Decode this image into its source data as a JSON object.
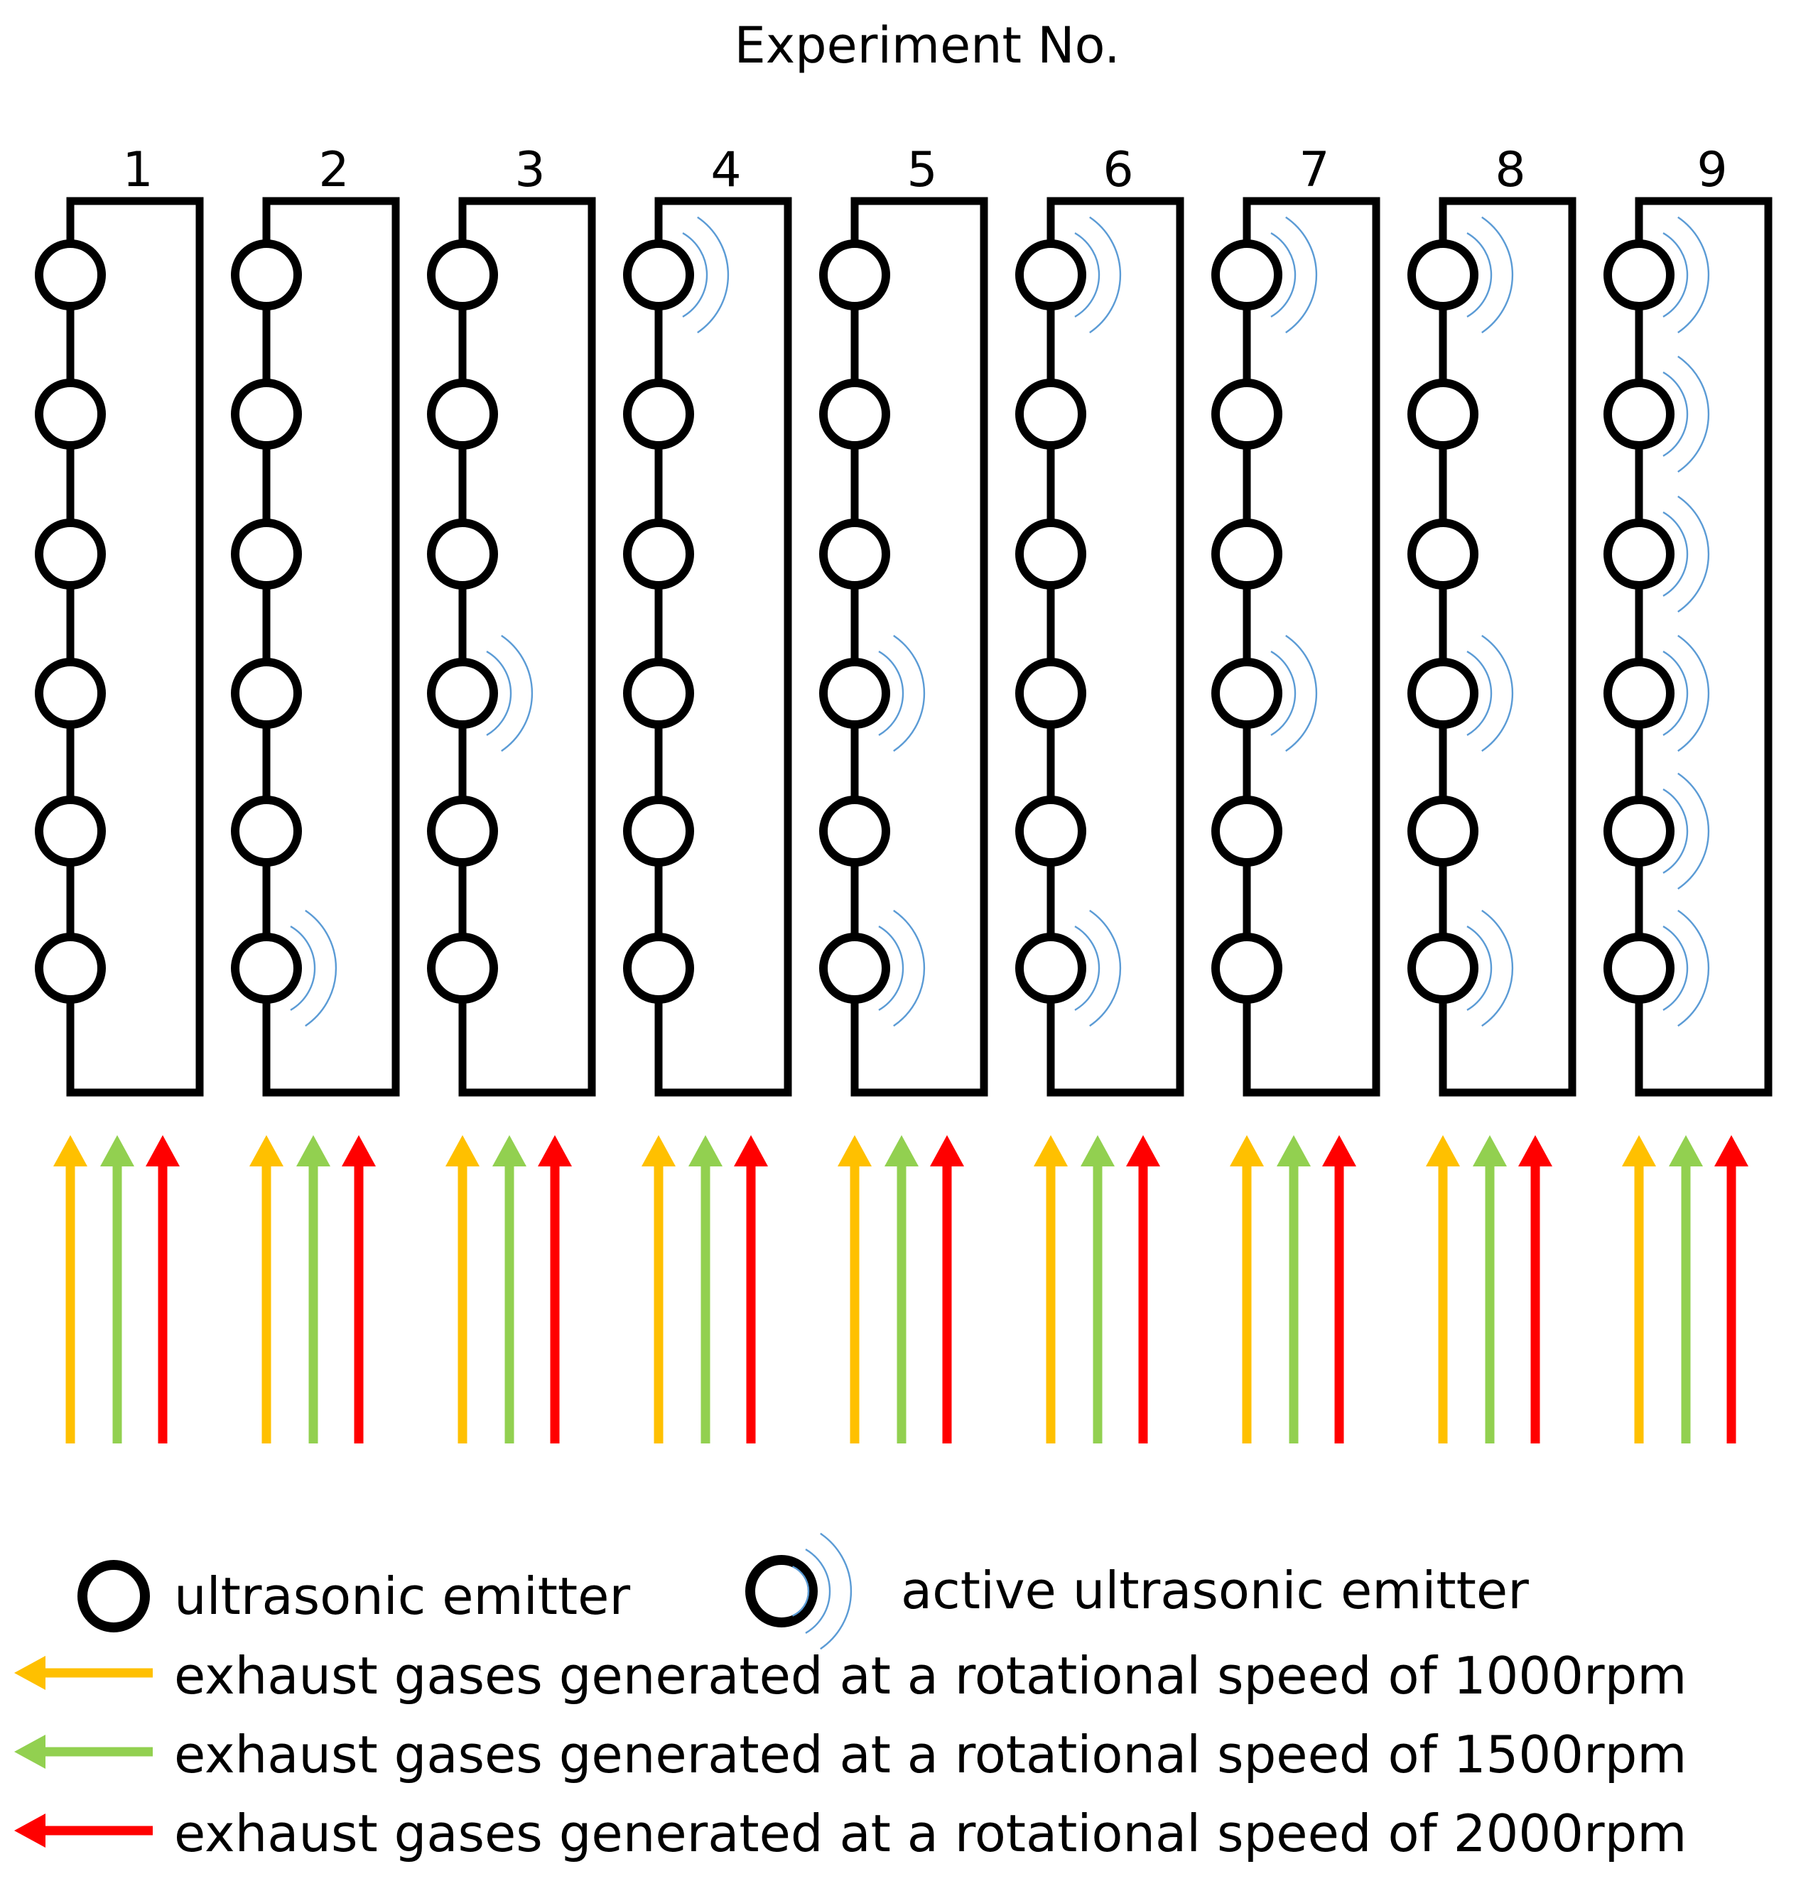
{
  "title": "Experiment No.",
  "experiments": [
    {
      "label": "1",
      "active": [
        false,
        false,
        false,
        false,
        false,
        false
      ]
    },
    {
      "label": "2",
      "active": [
        false,
        false,
        false,
        false,
        false,
        true
      ]
    },
    {
      "label": "3",
      "active": [
        false,
        false,
        false,
        true,
        false,
        false
      ]
    },
    {
      "label": "4",
      "active": [
        true,
        false,
        false,
        false,
        false,
        false
      ]
    },
    {
      "label": "5",
      "active": [
        false,
        false,
        false,
        true,
        false,
        true
      ]
    },
    {
      "label": "6",
      "active": [
        true,
        false,
        false,
        false,
        false,
        true
      ]
    },
    {
      "label": "7",
      "active": [
        true,
        false,
        false,
        true,
        false,
        false
      ]
    },
    {
      "label": "8",
      "active": [
        true,
        false,
        false,
        true,
        false,
        true
      ]
    },
    {
      "label": "9",
      "active": [
        true,
        true,
        true,
        true,
        true,
        true
      ]
    }
  ],
  "gas_flows": [
    {
      "color": "#FFC000",
      "speed_rpm": 1000
    },
    {
      "color": "#92D050",
      "speed_rpm": 1500
    },
    {
      "color": "#FF0000",
      "speed_rpm": 2000
    }
  ],
  "wave_color": "#5B9BD5",
  "legend": {
    "emitter_label": "ultrasonic emitter",
    "active_emitter_label": "active ultrasonic emitter",
    "gas_1000_label": "exhaust gases generated at a rotational speed of 1000rpm",
    "gas_1500_label": "exhaust gases generated at a rotational speed of 1500rpm",
    "gas_2000_label": "exhaust gases generated at a rotational speed of 2000rpm"
  },
  "icons": {
    "emitter": "circle-outline-icon",
    "active_emitter": "circle-with-waves-icon",
    "flow": "arrow-icon"
  }
}
